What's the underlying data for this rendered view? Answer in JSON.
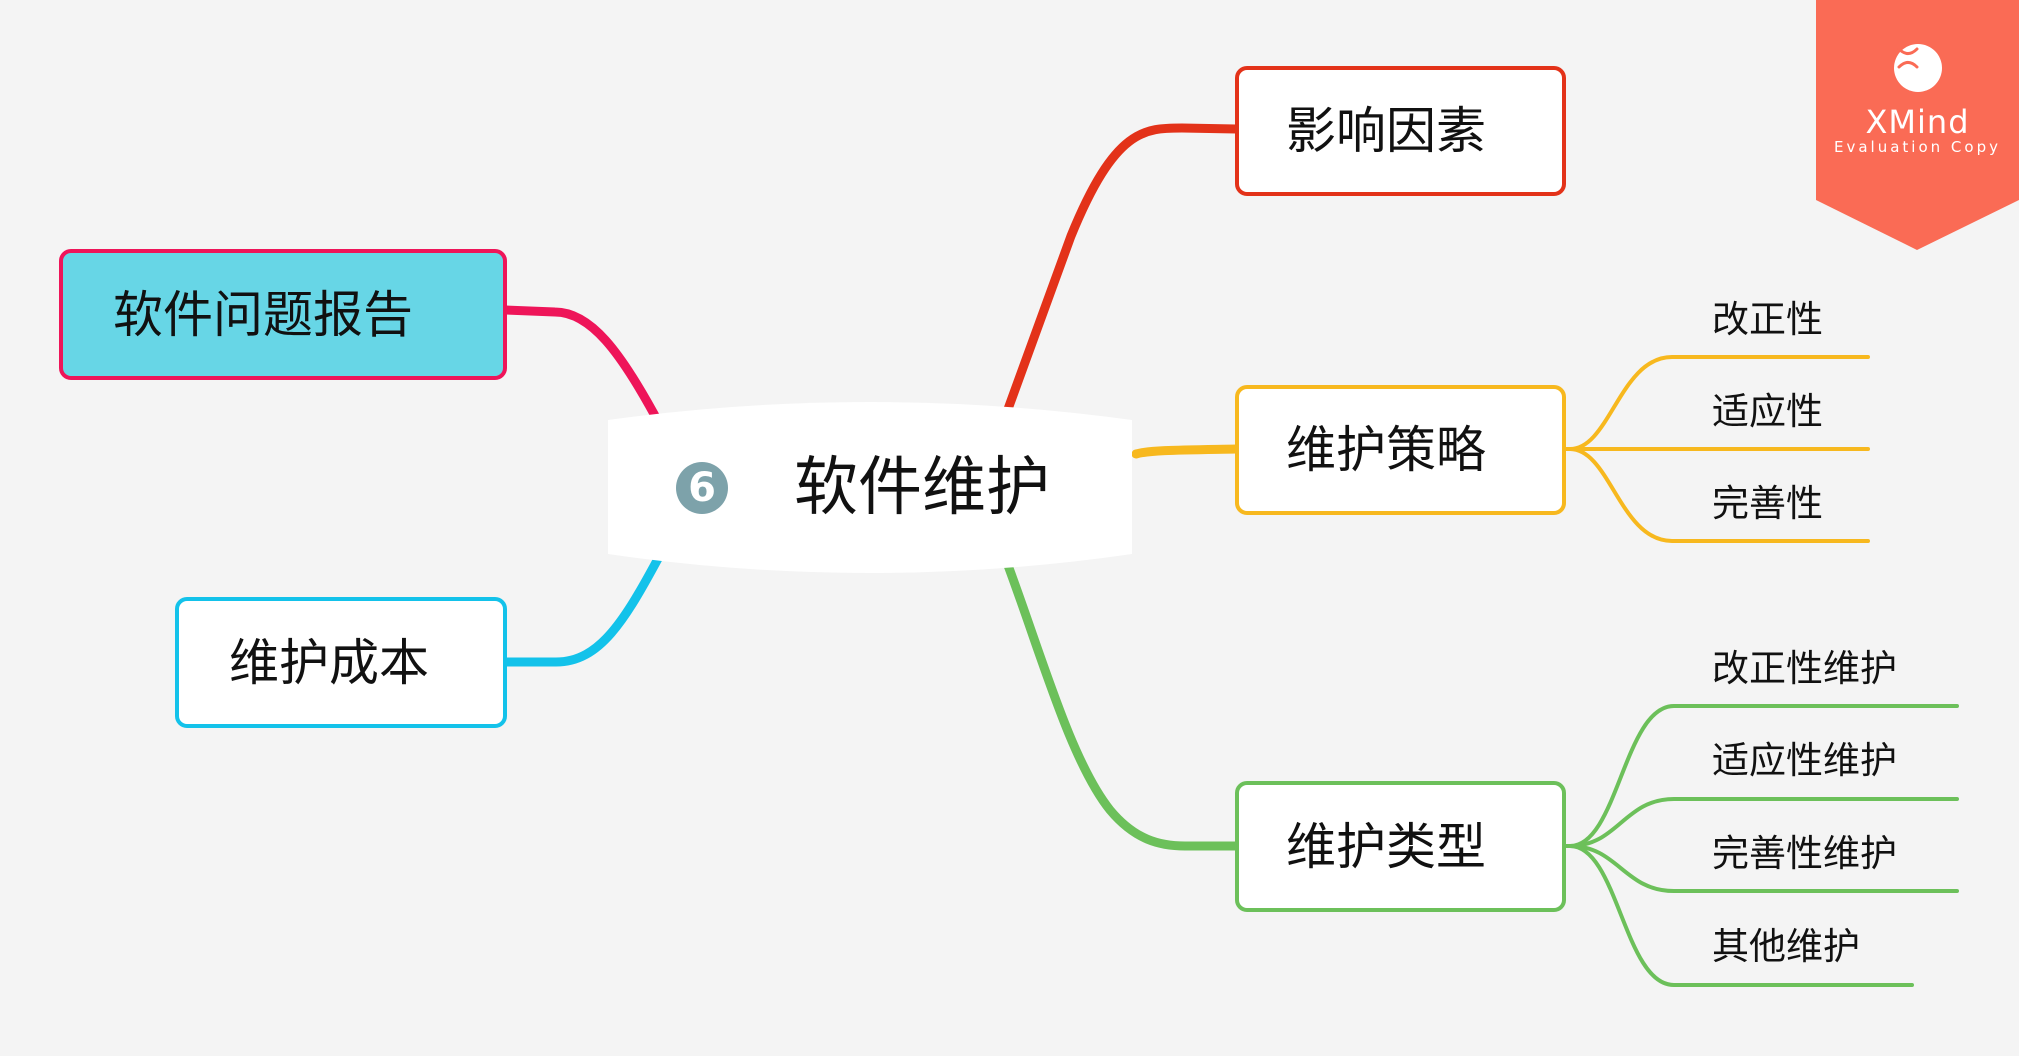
{
  "central_topic": {
    "label": "软件维护",
    "badge": "6",
    "badge_color": "#7da2aa"
  },
  "branches": {
    "influence": {
      "label": "影响因素",
      "color": "#e33219"
    },
    "strategy": {
      "label": "维护策略",
      "color": "#f7b81e",
      "children": [
        "改正性",
        "适应性",
        "完善性"
      ]
    },
    "types": {
      "label": "维护类型",
      "color": "#6cc05a",
      "children": [
        "改正性维护",
        "适应性维护",
        "完善性维护",
        "其他维护"
      ]
    },
    "report": {
      "label": "软件问题报告",
      "color": "#ee1559",
      "fill": "#67d6e6"
    },
    "cost": {
      "label": "维护成本",
      "color": "#13c2ea"
    }
  },
  "watermark": {
    "brand": "XMind",
    "subtitle": "Evaluation Copy",
    "color": "#fa6b55",
    "icon": "xmind-logo-icon"
  }
}
